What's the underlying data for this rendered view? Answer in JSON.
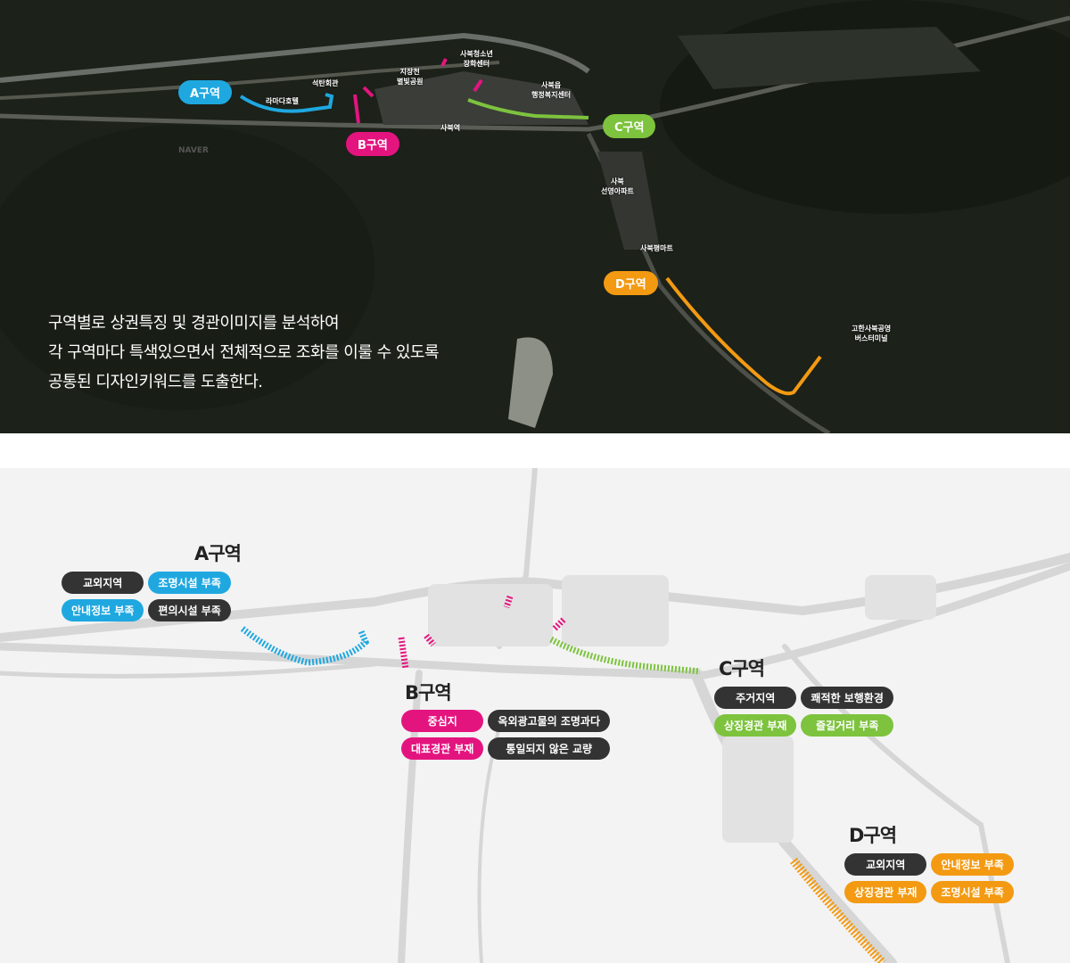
{
  "satellite": {
    "description_lines": [
      "구역별로 상권특징 및 경관이미지를 분석하여",
      "각 구역마다 특색있으면서 전체적으로 조화를 이룰 수 있도록",
      "공통된 디자인키워드를 도출한다."
    ],
    "zones": {
      "a": "A구역",
      "b": "B구역",
      "c": "C구역",
      "d": "D구역"
    },
    "places": [
      "석탄회관",
      "라마다호텔",
      "지장천\n별빛공원",
      "사북청소년\n장학센터",
      "사북읍\n행정복지센터",
      "사북역",
      "사북\n선영아파트",
      "사북평마트",
      "고한사북공영\n버스터미널"
    ],
    "watermark": "NAVER"
  },
  "colors": {
    "a": "#1fa8e0",
    "b": "#e4147f",
    "c": "#7dc33e",
    "d": "#f39a12",
    "dark": "#333333"
  },
  "map": {
    "a": {
      "title": "A구역",
      "tags": [
        "교외지역",
        "조명시설 부족",
        "안내정보 부족",
        "편의시설 부족"
      ]
    },
    "b": {
      "title": "B구역",
      "tags": [
        "중심지",
        "옥외광고물의 조명과다",
        "대표경관 부재",
        "통일되지 않은 교량"
      ]
    },
    "c": {
      "title": "C구역",
      "tags": [
        "주거지역",
        "쾌적한 보행환경",
        "상징경관 부재",
        "즐길거리 부족"
      ]
    },
    "d": {
      "title": "D구역",
      "tags": [
        "교외지역",
        "안내정보 부족",
        "상징경관 부재",
        "조명시설 부족"
      ]
    }
  }
}
